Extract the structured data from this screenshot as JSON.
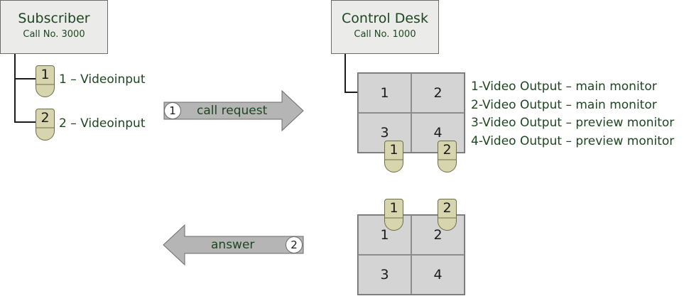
{
  "subscriber": {
    "title": "Subscriber",
    "call_no": "Call No. 3000"
  },
  "control_desk": {
    "title": "Control Desk",
    "call_no": "Call No. 1000"
  },
  "video_inputs": [
    {
      "number": "1",
      "label": "1 – Videoinput"
    },
    {
      "number": "2",
      "label": "2 – Videoinput"
    }
  ],
  "call_request": {
    "step": "1",
    "label": "call request"
  },
  "answer": {
    "step": "2",
    "label": "answer"
  },
  "monitor_grid": {
    "cells": [
      "1",
      "2",
      "3",
      "4"
    ]
  },
  "camera_badges": [
    "1",
    "2"
  ],
  "video_outputs": [
    "1-Video Output – main monitor",
    "2-Video Output – main monitor",
    "3-Video Output – preview monitor",
    "4-Video Output – preview monitor"
  ],
  "colors": {
    "text_green": "#1e4620",
    "camera_fill": "#d6d5ad",
    "grid_fill": "#d4d4d4",
    "arrow_fill": "#b5b5b5",
    "box_fill": "#ebebea"
  }
}
